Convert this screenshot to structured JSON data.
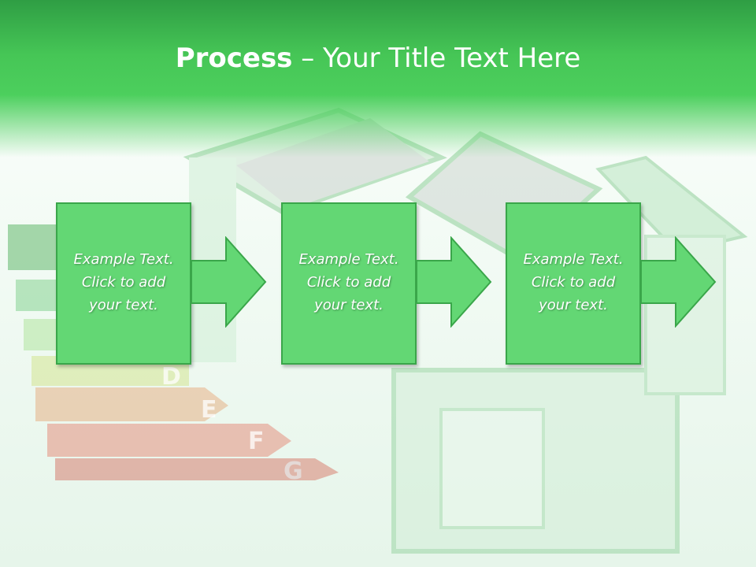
{
  "title": {
    "bold": "Process",
    "rest": " – Your Title Text Here"
  },
  "steps": [
    {
      "text": "Example Text.\nClick  to add\nyour text."
    },
    {
      "text": "Example Text.\nClick  to add\nyour text."
    },
    {
      "text": "Example Text.\nClick  to add\nyour text."
    }
  ],
  "rating_letters": [
    "D",
    "E",
    "F",
    "G"
  ],
  "colors": {
    "title_band": "#4ccf5d",
    "box_fill": "#63d774",
    "box_border": "#3aa64a"
  }
}
